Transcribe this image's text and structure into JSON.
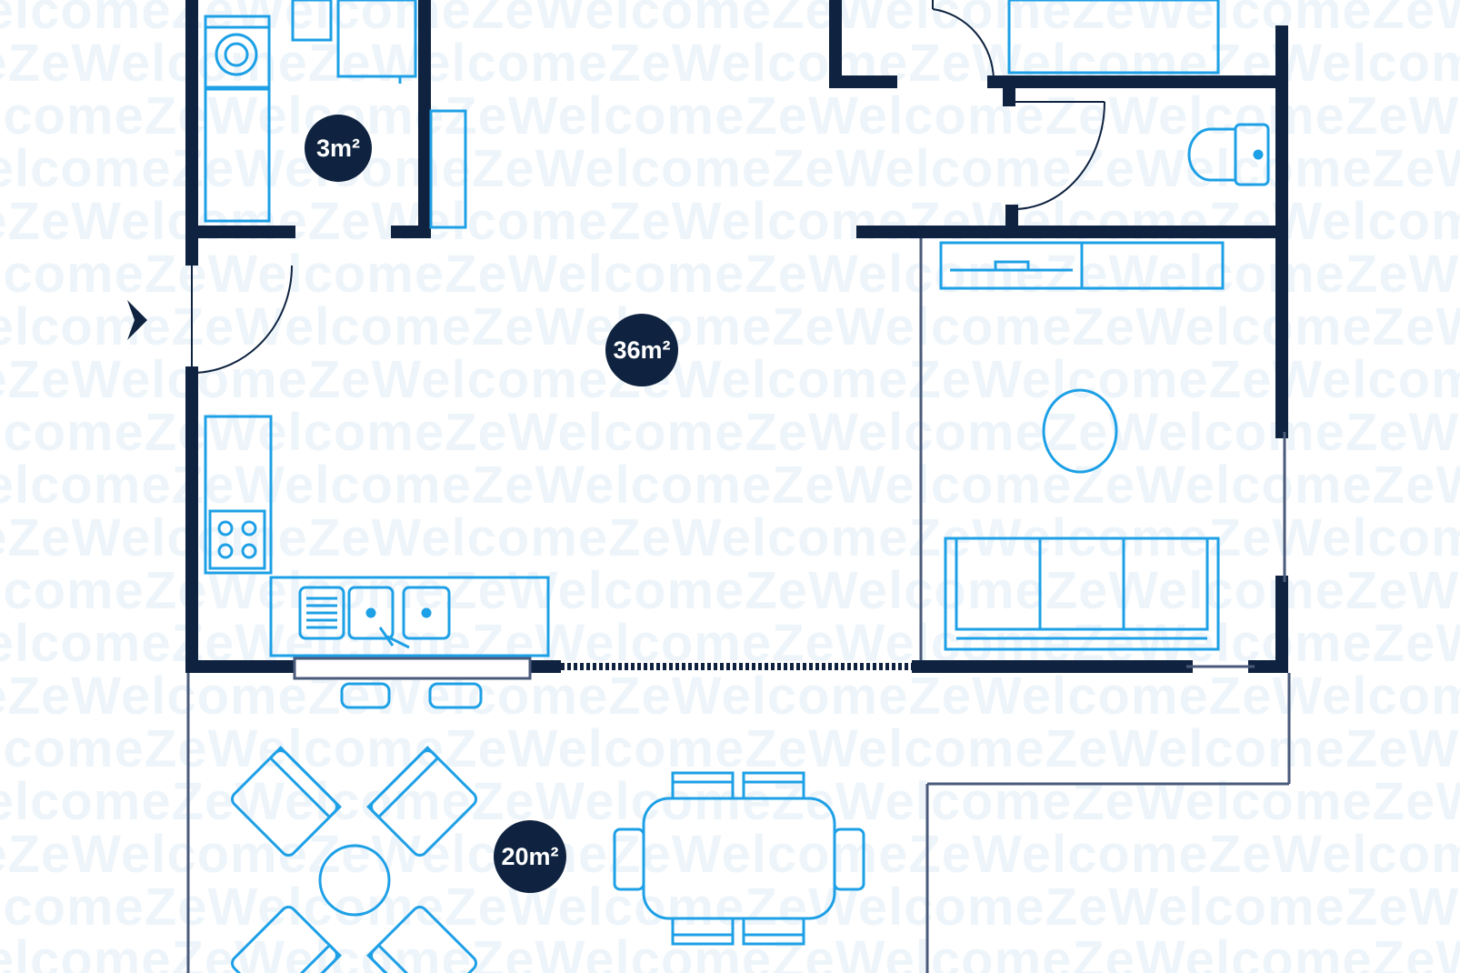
{
  "watermark": {
    "text": "WelcomeZe",
    "color": "#96c3e1"
  },
  "colors": {
    "wall": "#0f2340",
    "furniture": "#1ea0e6",
    "outline": "#4a5a7a",
    "badge": "#0f2340",
    "badge_text": "#ffffff",
    "background": "#ffffff"
  },
  "rooms": [
    {
      "id": "utility",
      "area_label": "3m²"
    },
    {
      "id": "living",
      "area_label": "36m²"
    },
    {
      "id": "terrace",
      "area_label": "20m²"
    }
  ],
  "icons": [
    "washing-machine-icon",
    "toilet-icon",
    "sink-icon",
    "stove-icon",
    "sofa-icon",
    "round-table-icon",
    "dining-table-icon",
    "chair-icon",
    "entrance-arrow-icon",
    "door-swing-icon"
  ]
}
